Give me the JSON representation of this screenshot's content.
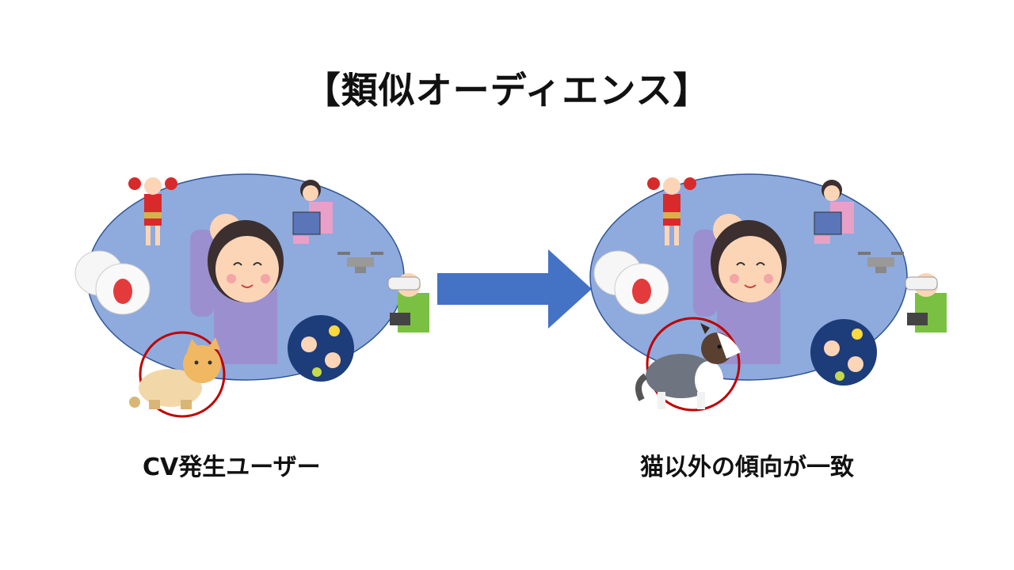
{
  "title": "【類似オーディエンス】",
  "left_panel": {
    "caption": "CV発生ユーザー",
    "highlight": "cat-icon"
  },
  "right_panel": {
    "caption": "猫以外の傾向が一致",
    "highlight": "dog-icon"
  },
  "colors": {
    "ellipse_fill": "#8faadc",
    "ellipse_stroke": "#2f5597",
    "arrow": "#4472c4",
    "highlight_circle": "#c00000"
  }
}
